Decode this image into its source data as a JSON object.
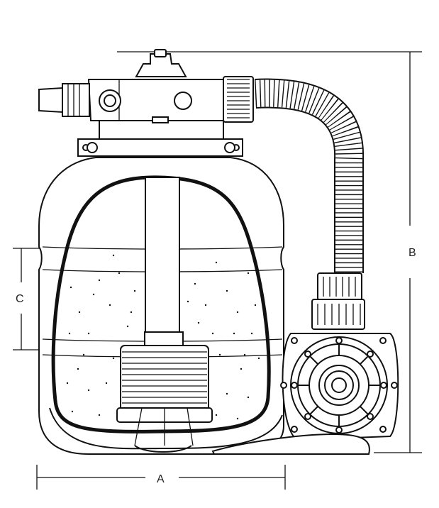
{
  "dimensions": {
    "a": "A",
    "b": "B",
    "c": "C"
  },
  "colors": {
    "line": "#111111",
    "background": "#ffffff"
  }
}
